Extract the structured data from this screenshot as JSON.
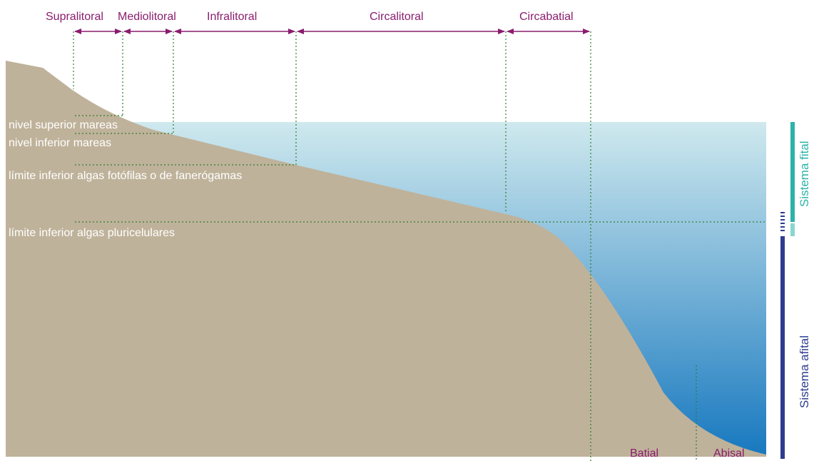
{
  "zones_top": [
    {
      "label": "Supralitoral"
    },
    {
      "label": "Mediolitoral"
    },
    {
      "label": "Infralitoral"
    },
    {
      "label": "Circalitoral"
    },
    {
      "label": "Circabatial"
    }
  ],
  "zones_bottom": [
    {
      "label": "Batial"
    },
    {
      "label": "Abisal"
    }
  ],
  "depth_levels": [
    {
      "label": "nivel superior mareas"
    },
    {
      "label": "nivel inferior mareas"
    },
    {
      "label": "límite inferior algas fotófilas o de fanerógamas"
    },
    {
      "label": "límite inferior algas pluricelulares"
    }
  ],
  "systems": [
    {
      "label": "Sistema fital",
      "color": "#2bb3a7"
    },
    {
      "label": "Sistema afital",
      "color": "#2e3c8f"
    }
  ],
  "colors": {
    "land": "#bfb29a",
    "water_top": "#cfe9ee",
    "water_bottom": "#1778bf",
    "zone_arrows": "#8a1c6e",
    "guide_lines": "#2e7d32"
  }
}
